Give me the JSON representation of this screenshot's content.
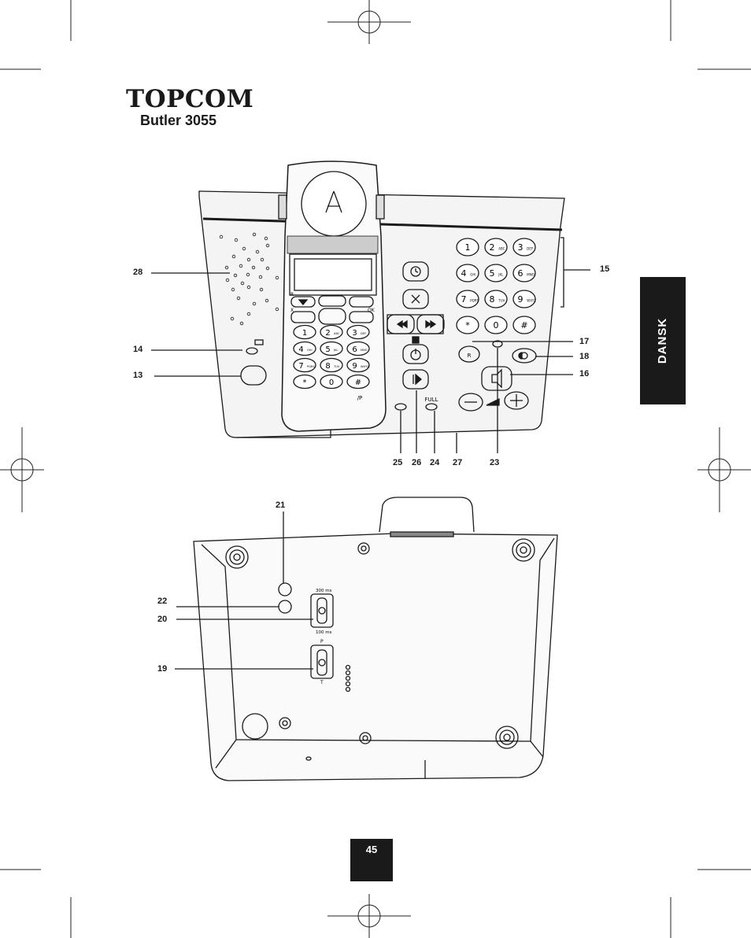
{
  "brand": {
    "logo_text": "TOPCOM",
    "model": "Butler 3055"
  },
  "side_tab": "DANSK",
  "page_number": "45",
  "callouts_top": [
    {
      "id": "28",
      "label": "28"
    },
    {
      "id": "14",
      "label": "14"
    },
    {
      "id": "13",
      "label": "13"
    },
    {
      "id": "15",
      "label": "15"
    },
    {
      "id": "17",
      "label": "17"
    },
    {
      "id": "18",
      "label": "18"
    },
    {
      "id": "16",
      "label": "16"
    },
    {
      "id": "25",
      "label": "25"
    },
    {
      "id": "26",
      "label": "26"
    },
    {
      "id": "24",
      "label": "24"
    },
    {
      "id": "27",
      "label": "27"
    },
    {
      "id": "23",
      "label": "23"
    }
  ],
  "callouts_bottom": [
    {
      "id": "21",
      "label": "21"
    },
    {
      "id": "22",
      "label": "22"
    },
    {
      "id": "20",
      "label": "20"
    },
    {
      "id": "19",
      "label": "19"
    }
  ],
  "base_keypad": [
    {
      "digit": "1",
      "letters": ""
    },
    {
      "digit": "2",
      "letters": "ABC"
    },
    {
      "digit": "3",
      "letters": "DEF"
    },
    {
      "digit": "4",
      "letters": "GHI"
    },
    {
      "digit": "5",
      "letters": "JKL"
    },
    {
      "digit": "6",
      "letters": "MNO"
    },
    {
      "digit": "7",
      "letters": "PQRS"
    },
    {
      "digit": "8",
      "letters": "TUV"
    },
    {
      "digit": "9",
      "letters": "WXYZ"
    },
    {
      "digit": "*",
      "letters": ""
    },
    {
      "digit": "0",
      "letters": ""
    },
    {
      "digit": "#",
      "letters": ""
    }
  ],
  "handset_keypad": [
    {
      "digit": "1",
      "letters": ""
    },
    {
      "digit": "2",
      "letters": "ABC"
    },
    {
      "digit": "3",
      "letters": "DEF"
    },
    {
      "digit": "4",
      "letters": "GHI"
    },
    {
      "digit": "5",
      "letters": "JKL"
    },
    {
      "digit": "6",
      "letters": "MNO"
    },
    {
      "digit": "7",
      "letters": "PQRS"
    },
    {
      "digit": "8",
      "letters": "TUV"
    },
    {
      "digit": "9",
      "letters": "WXYZ"
    },
    {
      "digit": "*",
      "letters": ""
    },
    {
      "digit": "0",
      "letters": ""
    },
    {
      "digit": "#",
      "letters": ""
    }
  ],
  "labels": {
    "recall_key": "R",
    "full_indicator": "FULL",
    "handset_pause_key": "/P",
    "handset_ok": "OK",
    "handset_r": "R",
    "handset_x": "X",
    "flash_300": "300 ms",
    "flash_100": "100 ms",
    "dial_p": "P",
    "dial_t": "T"
  }
}
